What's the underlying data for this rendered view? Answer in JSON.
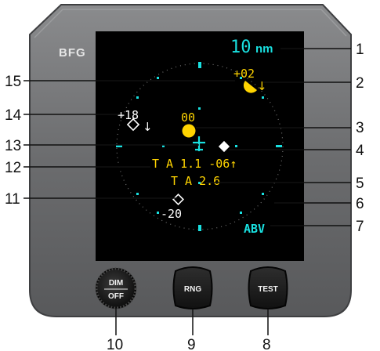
{
  "panel": {
    "brand": "BFG",
    "range_value": "10",
    "range_unit": "nm",
    "abv_label": "ABV",
    "colors": {
      "bezel": "#6d6e70",
      "screen": "#000000",
      "cyan": "#19e0e0",
      "yellow": "#ffd400",
      "white": "#ffffff"
    }
  },
  "targets": {
    "top_right": {
      "altitude": "+02",
      "arrow": "↓"
    },
    "left": {
      "altitude": "+18",
      "arrow": "↓"
    },
    "center": {
      "altitude": "00"
    },
    "bottom_left": {
      "altitude": "-20"
    },
    "ta_line1": "T A 1.1 -06↑",
    "ta_line2": "T A 2.6"
  },
  "buttons": {
    "dim_top": "DIM",
    "dim_bottom": "OFF",
    "range": "RNG",
    "test": "TEST"
  },
  "callouts": [
    "1",
    "2",
    "3",
    "4",
    "5",
    "6",
    "7",
    "8",
    "9",
    "10",
    "11",
    "12",
    "13",
    "14",
    "15"
  ]
}
